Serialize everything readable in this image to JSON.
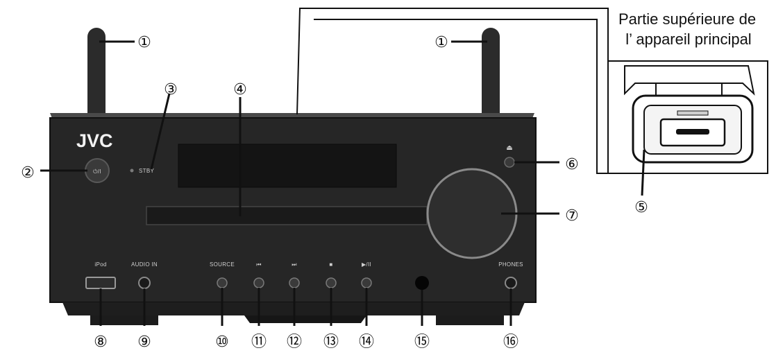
{
  "brand": "JVC",
  "inset": {
    "title_line1": "Partie supérieure de",
    "title_line2": "l’ appareil principal"
  },
  "panel": {
    "power_label": "⏻/I",
    "standby_label": "STBY",
    "eject_symbol": "⏏",
    "ipod_label": "iPod",
    "audio_in_label": "AUDIO IN",
    "source_label": "SOURCE",
    "prev_label": "⏮",
    "next_label": "⏭",
    "stop_label": "■",
    "play_label": "▶/II",
    "phones_label": "PHONES"
  },
  "callouts": {
    "c1a": "①",
    "c1b": "①",
    "c2": "②",
    "c3": "③",
    "c4": "④",
    "c5": "⑤",
    "c6": "⑥",
    "c7": "⑦",
    "c8": "⑧",
    "c9": "⑨",
    "c10": "⑩",
    "c11": "⑪",
    "c12": "⑫",
    "c13": "⑬",
    "c14": "⑭",
    "c15": "⑮",
    "c16": "⑯"
  }
}
